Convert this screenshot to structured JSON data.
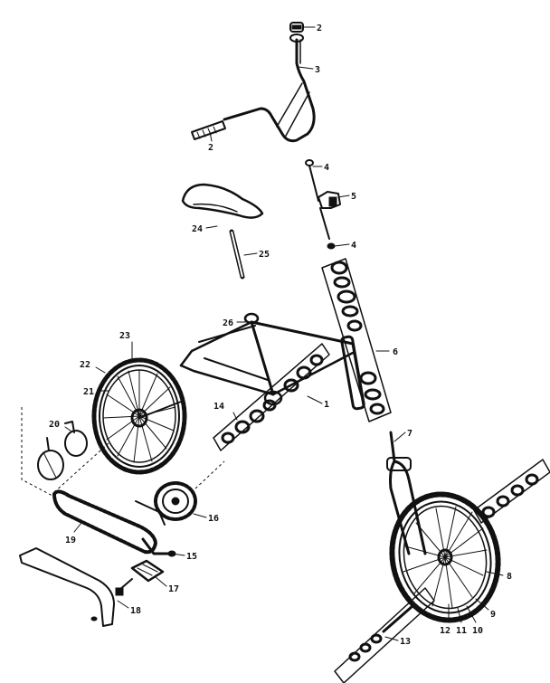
{
  "figure": {
    "colors": {
      "ink": "#111111",
      "paper": "#ffffff"
    },
    "part_labels": {
      "p1": "1",
      "p2a": "2",
      "p2b": "2",
      "p3": "3",
      "p4a": "4",
      "p4b": "4",
      "p5": "5",
      "p6": "6",
      "p7": "7",
      "p8": "8",
      "p9": "9",
      "p10": "10",
      "p11": "11",
      "p12": "12",
      "p13": "13",
      "p14": "14",
      "p15": "15",
      "p16": "16",
      "p17": "17",
      "p18": "18",
      "p19": "19",
      "p20": "20",
      "p21": "21",
      "p22": "22",
      "p23": "23",
      "p24": "24",
      "p25": "25",
      "p26": "26"
    }
  }
}
